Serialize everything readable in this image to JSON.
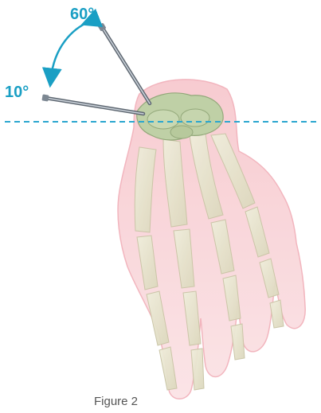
{
  "labels": {
    "upper_angle": "60°",
    "lower_angle": "10°"
  },
  "caption": "Figure 2",
  "colors": {
    "accent": "#1a9fc4",
    "reference_line": "#2aa6cf",
    "skin": "#f6c9cf",
    "bone": "#e9e6cf",
    "carpal": "#bfd0a6",
    "wire": "#9aa3ad",
    "caption": "#555555"
  },
  "icons": {
    "angle_arrow": "double-headed-curved-arrow"
  }
}
